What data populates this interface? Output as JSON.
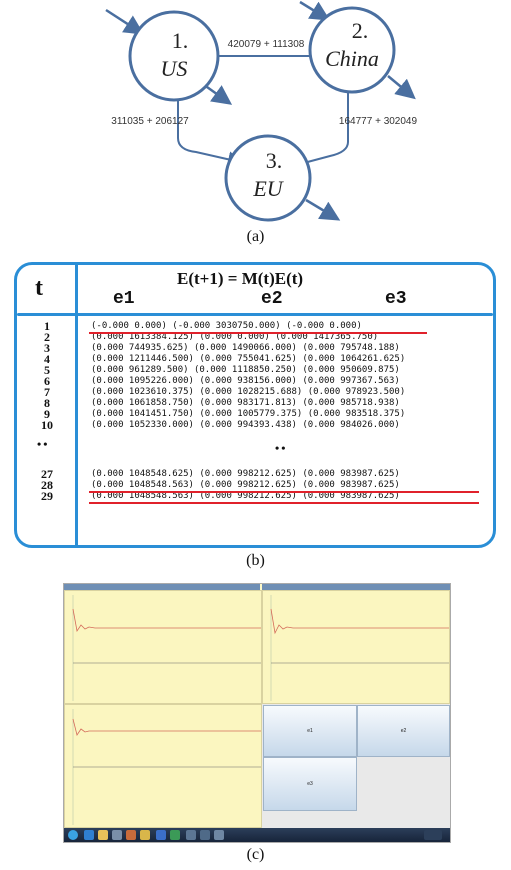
{
  "network": {
    "nodes": [
      {
        "number": "1.",
        "name": "US"
      },
      {
        "number": "2.",
        "name": "China"
      },
      {
        "number": "3.",
        "name": "EU"
      }
    ],
    "edges": [
      {
        "label": "420079 + 111308"
      },
      {
        "label": "311035 + 206127"
      },
      {
        "label": "164777 + 302049"
      }
    ],
    "colors": {
      "node_stroke": "#4a6fa0",
      "arrow": "#4a6fa0"
    }
  },
  "captions": {
    "a": "(a)",
    "b": "(b)",
    "c": "(c)"
  },
  "table": {
    "t_header": "t",
    "equation": "E(t+1) = M(t)E(t)",
    "columns": [
      "e1",
      "e2",
      "e3"
    ],
    "rows": [
      {
        "t": "1",
        "text": "(-0.000 0.000) (-0.000 3030750.000) (-0.000 0.000)"
      },
      {
        "t": "2",
        "text": "(0.000 1613384.125) (0.000 0.000) (0.000 1417365.750)"
      },
      {
        "t": "3",
        "text": "(0.000 744935.625) (0.000 1490066.000) (0.000 795748.188)"
      },
      {
        "t": "4",
        "text": "(0.000 1211446.500) (0.000 755041.625) (0.000 1064261.625)"
      },
      {
        "t": "5",
        "text": "(0.000 961289.500) (0.000 1118850.250) (0.000 950609.875)"
      },
      {
        "t": "6",
        "text": "(0.000 1095226.000) (0.000 938156.000) (0.000 997367.563)"
      },
      {
        "t": "7",
        "text": "(0.000 1023610.375) (0.000 1028215.688) (0.000 978923.500)"
      },
      {
        "t": "8",
        "text": "(0.000 1061858.750) (0.000 983171.813) (0.000 985718.938)"
      },
      {
        "t": "9",
        "text": "(0.000 1041451.750) (0.000 1005779.375) (0.000 983518.375)"
      },
      {
        "t": "10",
        "text": "(0.000 1052330.000) (0.000 994393.438) (0.000 984026.000)"
      }
    ],
    "ellipsis_t": "••",
    "ellipsis_mid": "••",
    "tail_rows": [
      {
        "t": "27",
        "text": "(0.000 1048548.625) (0.000 998212.625) (0.000 983987.625)"
      },
      {
        "t": "28",
        "text": "(0.000 1048548.563) (0.000 998212.625) (0.000 983987.625)"
      },
      {
        "t": "29",
        "text": "(0.000 1048548.563) (0.000 998212.625) (0.000 983987.625)"
      }
    ],
    "colors": {
      "frame": "#2a8ed6",
      "highlight": "#e0212b"
    }
  },
  "app_window": {
    "buttons": [
      "e1",
      "e2",
      "e3"
    ]
  }
}
